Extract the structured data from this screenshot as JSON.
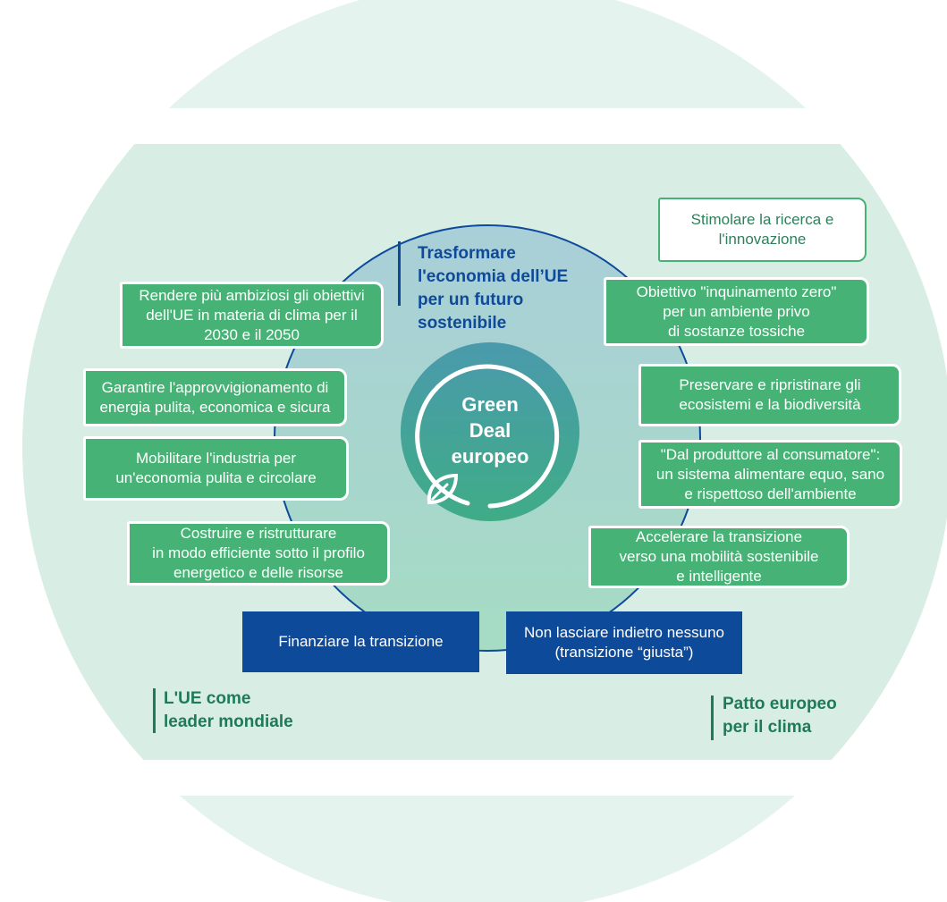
{
  "center": {
    "title": "Green\nDeal\neuropeo"
  },
  "header": {
    "title": "Trasformare\nl'economia dell’UE\nper un futuro\nsostenibile"
  },
  "left_items": [
    "Rendere più ambiziosi gli obiettivi\ndell'UE in materia di clima per il\n2030 e il 2050",
    "Garantire l'approvvigionamento di\nenergia pulita, economica e sicura",
    "Mobilitare l'industria per\nun'economia pulita e circolare",
    "Costruire e ristrutturare\nin modo efficiente sotto il profilo\nenergetico e delle risorse"
  ],
  "right_items": [
    "Stimolare la ricerca e\nl'innovazione",
    "Obiettivo \"inquinamento zero\"\nper un ambiente privo\ndi sostanze tossiche",
    "Preservare e ripristinare gli\necosistemi e la biodiversità",
    "\"Dal produttore al consumatore\":\nun sistema alimentare equo, sano\ne rispettoso dell'ambiente",
    "Accelerare la transizione\nverso una mobilità sostenibile\ne intelligente"
  ],
  "bottom_items": [
    "Finanziare la transizione",
    "Non lasciare indietro nessuno\n(transizione “giusta”)"
  ],
  "footer": {
    "left": "L'UE come\nleader mondiale",
    "right": "Patto europeo\nper il clima"
  },
  "colors": {
    "green": "#47b275",
    "navy": "#0e4a9a",
    "teal_text": "#1f7a5c",
    "outer_circle": "#e3f2ec",
    "inner_circle": "#d9ede6"
  },
  "icons": [
    "leaf-icon"
  ]
}
